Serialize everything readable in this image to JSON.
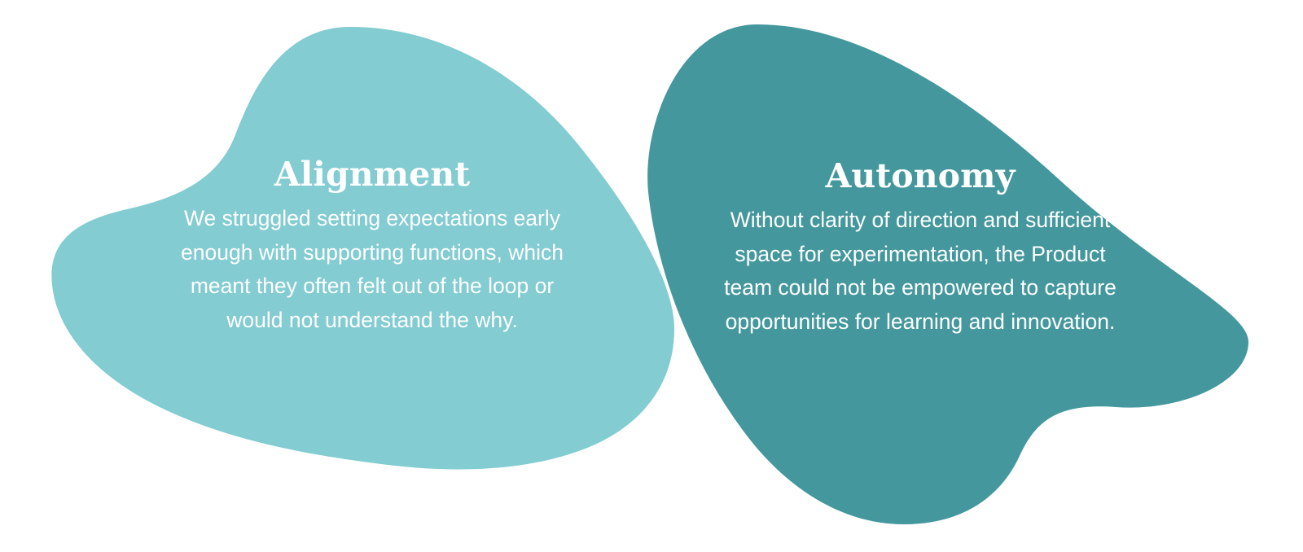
{
  "graphic": {
    "type": "two-blob-callout",
    "background_color": "#ffffff",
    "shapes": [
      {
        "name": "alignment-blob",
        "fill": "#82CCD2",
        "role": "left organic blob shape"
      },
      {
        "name": "autonomy-blob",
        "fill": "#44989D",
        "role": "right organic blob shape"
      }
    ]
  },
  "cards": {
    "alignment": {
      "title": "Alignment",
      "body": "We struggled setting expectations early enough with supporting functions, which meant they often felt out of the loop or would not understand the why.",
      "text_color": "#ffffff",
      "fill": "#82CCD2"
    },
    "autonomy": {
      "title": "Autonomy",
      "body": "Without clarity of direction and sufficient space for experimentation, the Product team could not be empowered to capture opportunities for learning and innovation.",
      "text_color": "#ffffff",
      "fill": "#44989D"
    }
  }
}
